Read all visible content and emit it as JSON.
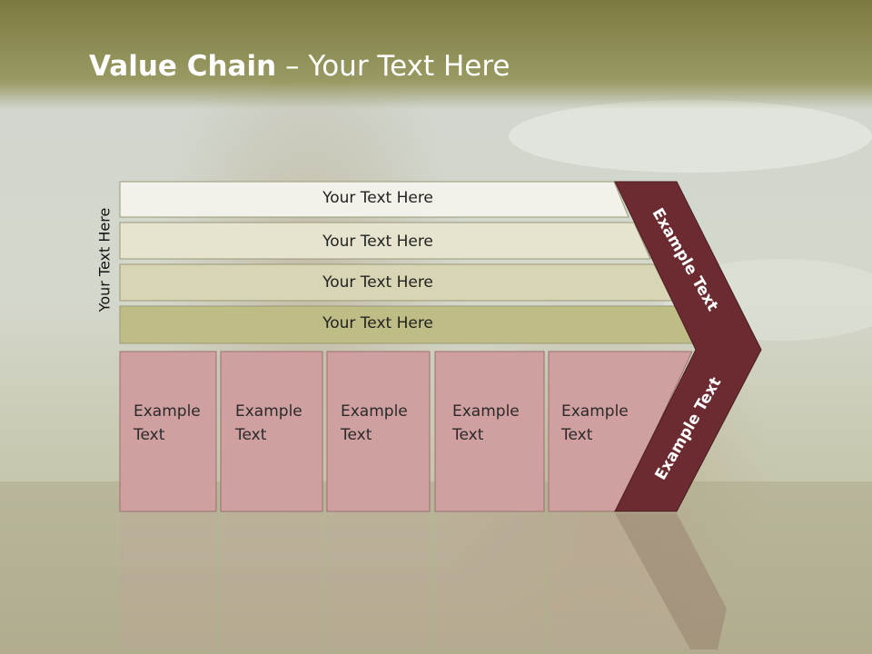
{
  "slide": {
    "title_bold": "Value Chain",
    "title_rest": " – Your Text Here",
    "side_label": "Your Text Here"
  },
  "rows": [
    {
      "label": "Your Text Here"
    },
    {
      "label": "Your Text Here"
    },
    {
      "label": "Your Text Here"
    },
    {
      "label": "Your Text Here"
    }
  ],
  "cells": [
    {
      "line1": "Example",
      "line2": "Text"
    },
    {
      "line1": "Example",
      "line2": "Text"
    },
    {
      "line1": "Example",
      "line2": "Text"
    },
    {
      "line1": "Example",
      "line2": "Text"
    },
    {
      "line1": "Example",
      "line2": "Text"
    }
  ],
  "chevron": {
    "top_label": "Example Text",
    "bottom_label": "Example Text"
  },
  "colors": {
    "header_band": "#8a8a52",
    "row1": "#f3f2ea",
    "row2": "#e6e4cf",
    "row3": "#d8d5b4",
    "row4": "#bebd85",
    "cells": "#d09fa0",
    "chevron": "#6b2b30"
  }
}
